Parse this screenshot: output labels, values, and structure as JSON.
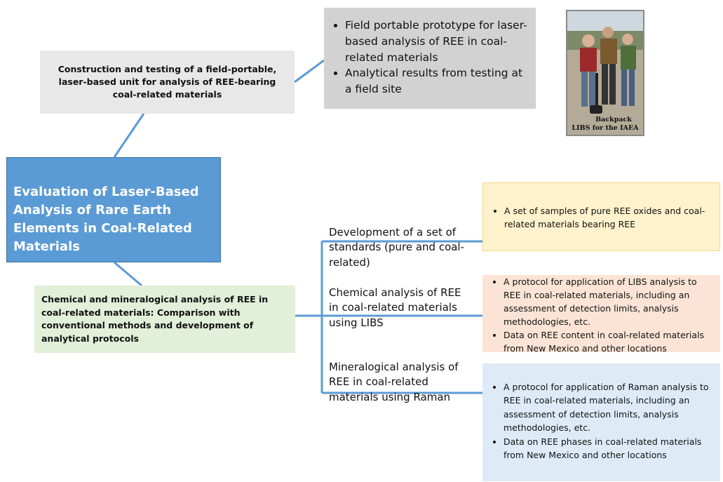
{
  "main_title": "Evaluation of Laser-Based Analysis of Rare Earth Elements in Coal-Related Materials",
  "task1": {
    "title": "Construction and testing of a field-portable, laser-based unit for analysis of REE-bearing coal-related materials",
    "results": [
      "Field portable prototype for laser-based analysis of REE in coal-related materials",
      "Analytical results from testing at a field site"
    ],
    "photo_caption": [
      "Backpack",
      "LIBS for the IAEA"
    ]
  },
  "task2": {
    "title": "Chemical and mineralogical analysis of REE in coal-related materials:  Comparison with conventional methods and development of analytical protocols",
    "subtasks": [
      "Development of a set of standards (pure and coal-related)",
      "Chemical analysis of REE in coal-related materials using LIBS",
      "Mineralogical analysis of REE in coal-related materials using Raman"
    ],
    "outputs": [
      [
        "A set of samples of pure REE oxides and coal-related materials bearing REE"
      ],
      [
        "A protocol for application of LIBS analysis to REE in coal-related materials, including an assessment of detection limits, analysis methodologies, etc.",
        "Data on REE content in coal-related materials from New Mexico and other locations"
      ],
      [
        "A protocol for application of Raman analysis to REE in coal-related materials, including an assessment of detection limits, analysis methodologies, etc.",
        "Data on REE phases in coal-related materials from New Mexico and other locations"
      ]
    ]
  },
  "colors": {
    "main_box": "#5b9bd5",
    "connector": "#5b9bd5",
    "task1_box": "#e8e8e8",
    "task1_results": "#d3d2d2",
    "task2_box": "#e2efd9",
    "output1": "#fff2cc",
    "output2": "#fbe4d5",
    "output3": "#deebf7"
  }
}
